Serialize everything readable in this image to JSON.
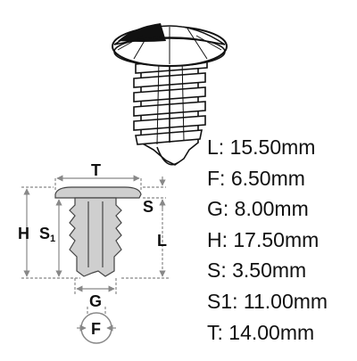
{
  "dimension_labels": {
    "t": "T",
    "h": "H",
    "s1_letter": "S",
    "s1_sub": "1",
    "s": "S",
    "l": "L",
    "g": "G",
    "f": "F"
  },
  "specs": [
    "L: 15.50mm",
    "F: 6.50mm",
    "G: 8.00mm",
    "H: 17.50mm",
    "S: 3.50mm",
    "S1: 11.00mm",
    "T: 14.00mm"
  ],
  "colors": {
    "drawing_fill": "#cfcfcf",
    "dimension_line": "#888888",
    "outline": "#111111"
  }
}
